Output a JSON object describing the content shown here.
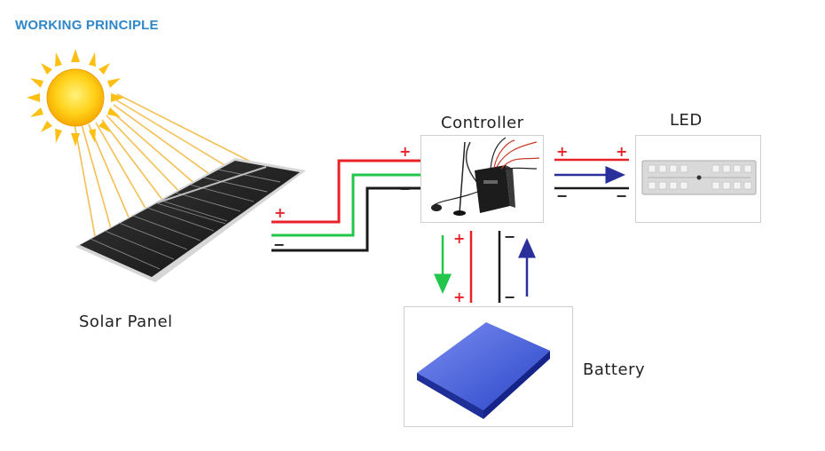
{
  "heading": "WORKING PRINCIPLE",
  "labels": {
    "solar_panel": "Solar Panel",
    "controller": "Controller",
    "led": "LED",
    "battery": "Battery"
  },
  "signs": {
    "plus": "+",
    "minus": "−"
  },
  "colors": {
    "heading": "#2f86c8",
    "positive": "#e8212a",
    "negative": "#1a1a1a",
    "charge": "#21c64a",
    "flow": "#2a2f9c",
    "sun": "#fcc014",
    "battery": "#2b47c9"
  }
}
